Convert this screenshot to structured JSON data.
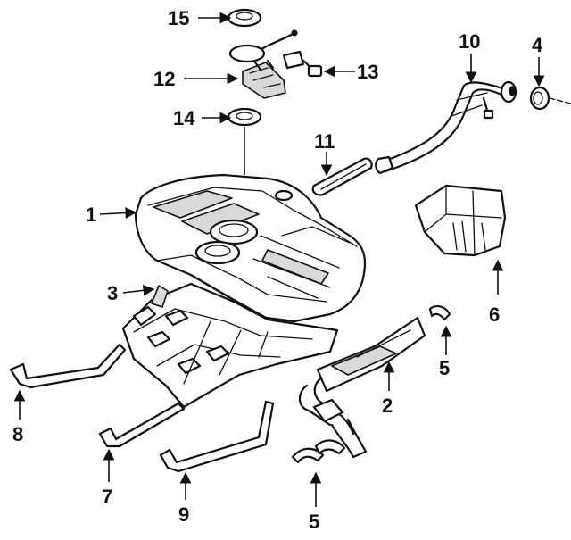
{
  "callouts": {
    "c1": "1",
    "c2": "2",
    "c3": "3",
    "c4": "4",
    "c5a": "5",
    "c5b": "5",
    "c6": "6",
    "c7": "7",
    "c8": "8",
    "c9": "9",
    "c10": "10",
    "c11": "11",
    "c12": "12",
    "c13": "13",
    "c14": "14",
    "c15": "15"
  },
  "colors": {
    "ink": "#111111",
    "background": "#ffffff"
  }
}
